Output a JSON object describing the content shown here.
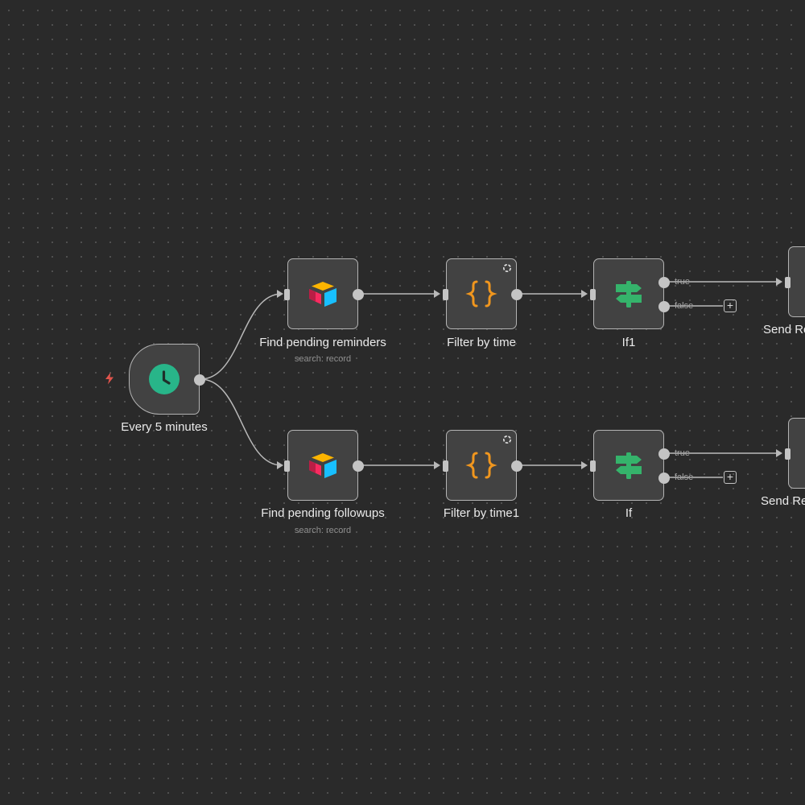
{
  "canvas": {
    "background": "#2a2a2a",
    "dot_color": "#555555"
  },
  "colors": {
    "node_bg": "#424242",
    "node_border": "#b4b4b4",
    "connection": "#b9b9b9",
    "schedule_green": "#28b589",
    "code_orange": "#f0961e",
    "if_green": "#35b36b",
    "trigger_red": "#e0544c"
  },
  "workflow": {
    "trigger": {
      "label": "Every 5 minutes",
      "icon": "clock-icon",
      "marker_icon": "lightning-bolt-icon"
    },
    "branches": [
      {
        "find": {
          "label": "Find pending reminders",
          "subtitle": "search: record",
          "icon": "airtable-icon"
        },
        "filter": {
          "label": "Filter by time",
          "icon": "curly-braces-icon"
        },
        "condition": {
          "label": "If1",
          "icon": "signpost-icon",
          "true_label": "true",
          "false_label": "false"
        },
        "send": {
          "label": "Send Re"
        }
      },
      {
        "find": {
          "label": "Find pending followups",
          "subtitle": "search: record",
          "icon": "airtable-icon"
        },
        "filter": {
          "label": "Filter by time1",
          "icon": "curly-braces-icon"
        },
        "condition": {
          "label": "If",
          "icon": "signpost-icon",
          "true_label": "true",
          "false_label": "false"
        },
        "send": {
          "label": "Send Re"
        }
      }
    ],
    "add_button_symbol": "+"
  }
}
